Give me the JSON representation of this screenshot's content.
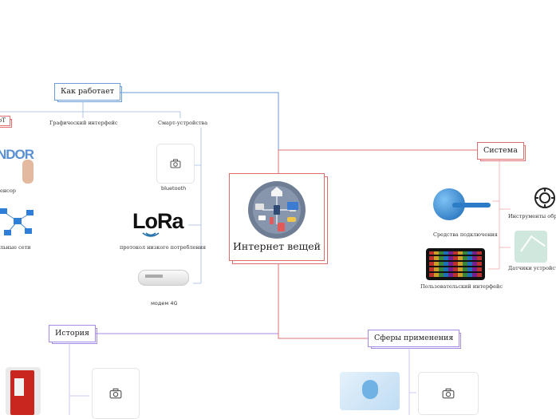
{
  "central": {
    "title": "Интернет вещей"
  },
  "branches": {
    "how_it_works": {
      "title": "Как работает"
    },
    "system": {
      "title": "Система"
    },
    "history": {
      "title": "История"
    },
    "applications": {
      "title": "Сферы применения"
    }
  },
  "how_it_works_children": {
    "iot_tag": "oT",
    "gui": "Графический интерфейс",
    "smart_devices": "Смарт-устройства",
    "sensor": "енсор",
    "sensor_logo_text": "NDOR",
    "networks": "льные сети",
    "bluetooth": "bluetooth",
    "lora_logo": "LoRa",
    "lora": "протокол низкого потребления",
    "modem": "модем 4G"
  },
  "system_children": {
    "connection": "Средства подключения",
    "tools": "Инструменты обраб",
    "ui": "Пользовательский интерфейс",
    "sensors": "Датчики устройств"
  },
  "colors": {
    "blue_branch": "#6b9bd8",
    "red_branch": "#e07070",
    "purple_branch": "#a58ae6"
  }
}
